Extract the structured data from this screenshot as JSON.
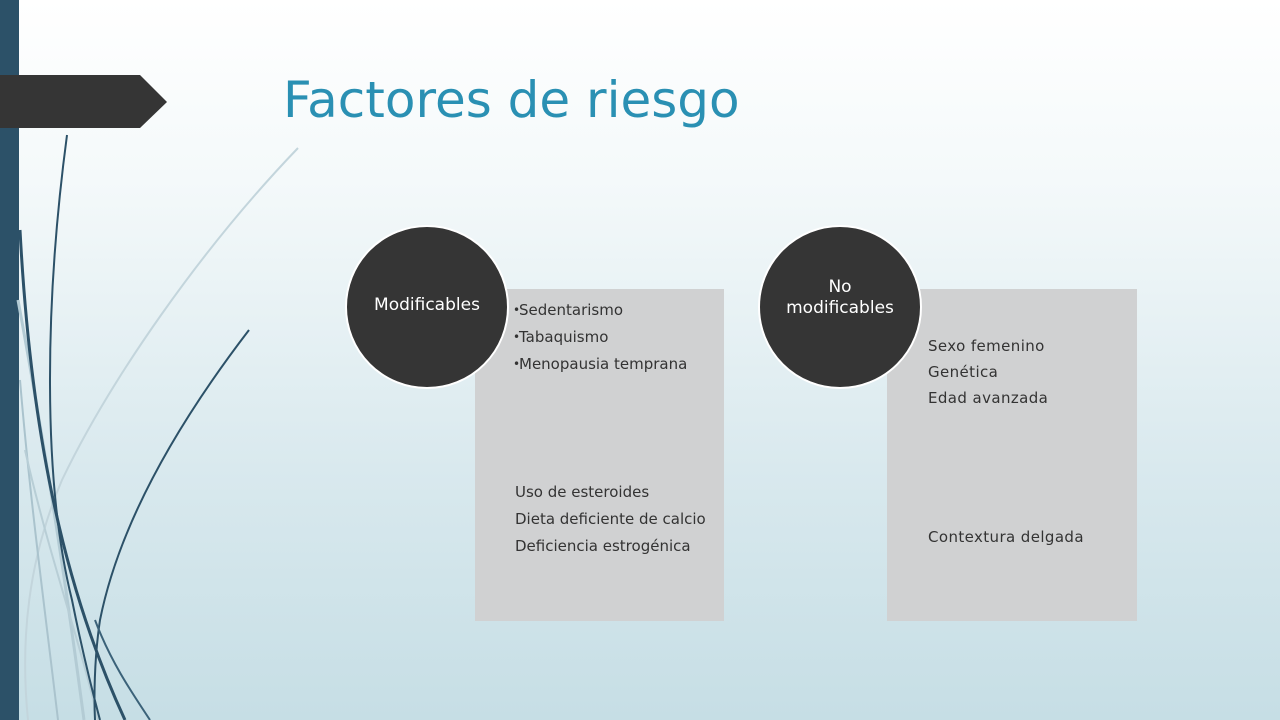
{
  "slide": {
    "title": "Factores de riesgo",
    "colors": {
      "title": "#2a90b3",
      "left_bar": "#2c5168",
      "circle": "#353535",
      "box": "#d0d1d2",
      "deco_dark": "#2c5168",
      "deco_light": "#b3cbd4"
    }
  },
  "groups": {
    "modificables": {
      "label": "Modificables",
      "bulleted": [
        "Sedentarismo",
        "Tabaquismo",
        "Menopausia temprana"
      ],
      "plain": [
        "Uso de esteroides",
        "Dieta deficiente de calcio",
        "Deficiencia estrogénica"
      ]
    },
    "no_modificables": {
      "label": "No modificables",
      "plain_top": [
        "Sexo femenino",
        "Genética",
        "Edad avanzada"
      ],
      "plain_bottom": [
        "Contextura delgada"
      ]
    }
  }
}
